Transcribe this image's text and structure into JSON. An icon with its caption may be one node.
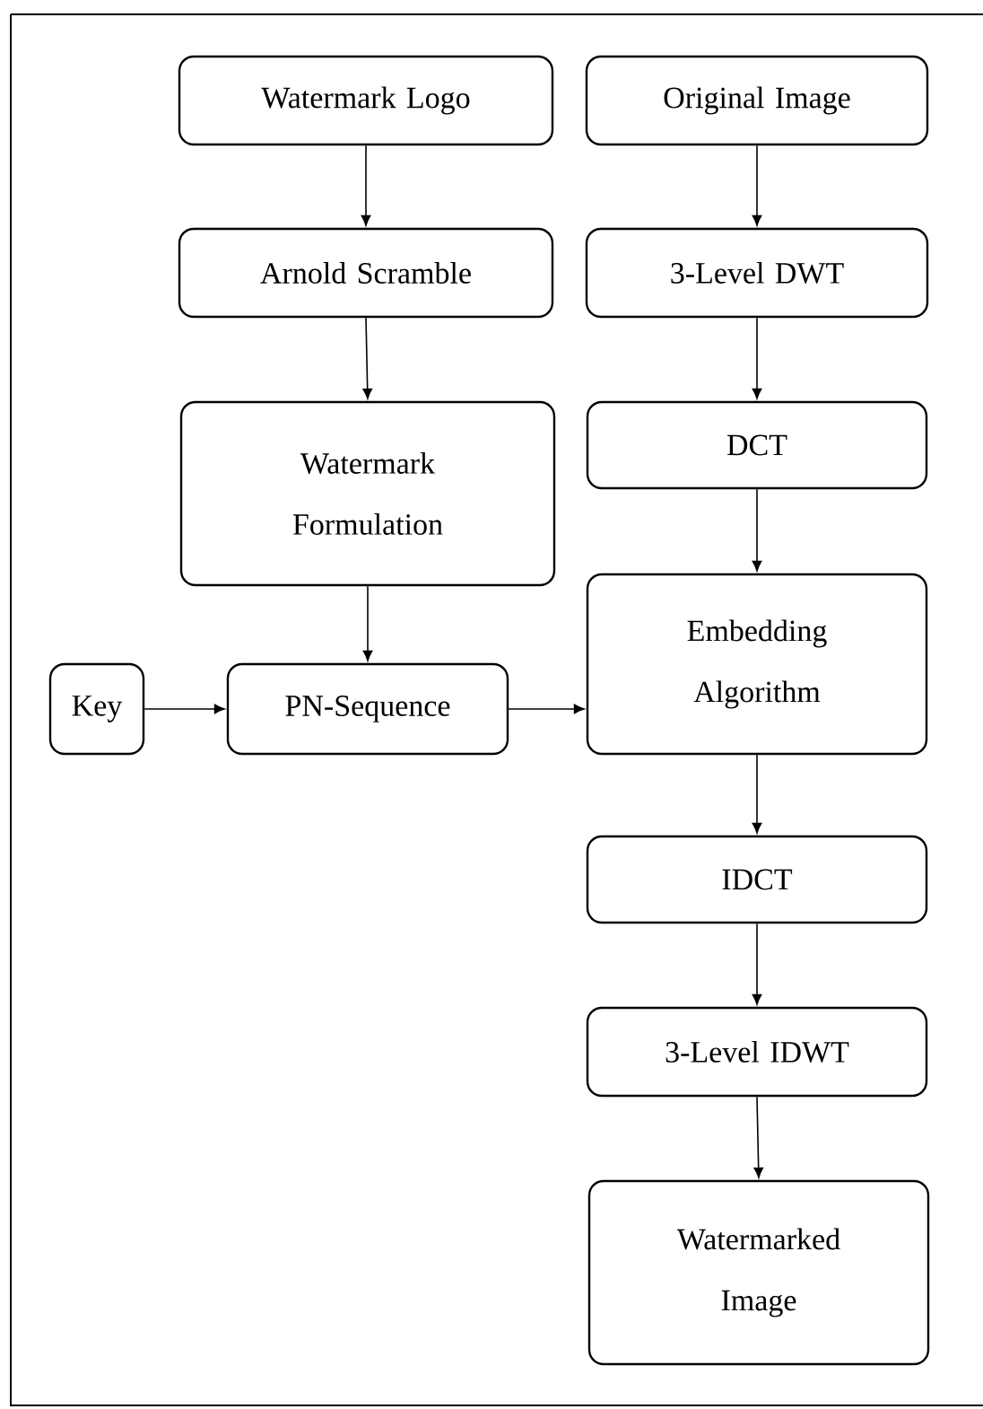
{
  "diagram": {
    "nodes": [
      {
        "text": [
          "Watermark Logo"
        ]
      },
      {
        "text": [
          "Original Image"
        ]
      },
      {
        "text": [
          "Arnold Scramble"
        ]
      },
      {
        "text": [
          "3-Level DWT"
        ]
      },
      {
        "text": [
          "Watermark Formulation"
        ]
      },
      {
        "text": [
          "DCT"
        ]
      },
      {
        "text": [
          "Embedding Algorithm"
        ]
      },
      {
        "text": [
          "Key"
        ]
      },
      {
        "text": [
          "PN-Sequence"
        ]
      },
      {
        "text": [
          "IDCT"
        ]
      },
      {
        "text": [
          "3-Level IDWT"
        ]
      },
      {
        "text": [
          "Watermarked Image"
        ]
      }
    ],
    "edges": [
      {
        "from": 0,
        "to": 2,
        "arrow": "to"
      },
      {
        "from": 1,
        "to": 3,
        "arrow": "to"
      },
      {
        "from": 2,
        "to": 4,
        "arrow": "to"
      },
      {
        "from": 3,
        "to": 5,
        "arrow": "to"
      },
      {
        "from": 4,
        "to": 8,
        "arrow": "to"
      },
      {
        "from": 5,
        "to": 6,
        "arrow": "to"
      },
      {
        "from": 7,
        "to": 8,
        "arrow": "to"
      },
      {
        "from": 8,
        "to": 6,
        "arrow": "to"
      },
      {
        "from": 6,
        "to": 9,
        "arrow": "to"
      },
      {
        "from": 9,
        "to": 10,
        "arrow": "to"
      },
      {
        "from": 10,
        "to": 11,
        "arrow": "to"
      }
    ]
  }
}
